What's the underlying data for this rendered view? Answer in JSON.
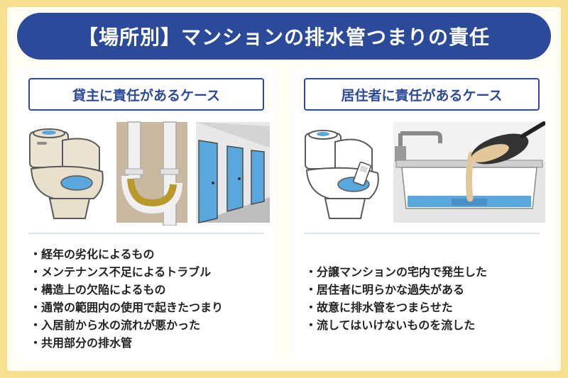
{
  "title": "【場所別】マンションの排水管つまりの責任",
  "left_panel": {
    "heading": "貸主に責任があるケース",
    "items": [
      "経年の劣化によるもの",
      "メンテナンス不足によるトラブル",
      "構造上の欠陥によるもの",
      "通常の範囲内の使用で起きたつまり",
      "入居前から水の流れが悪かった",
      "共用部分の排水管"
    ]
  },
  "right_panel": {
    "heading": "居住者に責任があるケース",
    "items": [
      "分譲マンションの宅内で発生した",
      "居住者に明らかな過失がある",
      "故意に排水管をつまらせた",
      "流してはいけないものを流した"
    ]
  },
  "colors": {
    "outer_background": "#f6e08f",
    "banner": "#2c4a9a",
    "panel": "#ffffff",
    "accent_blue": "#5aa7dd"
  }
}
